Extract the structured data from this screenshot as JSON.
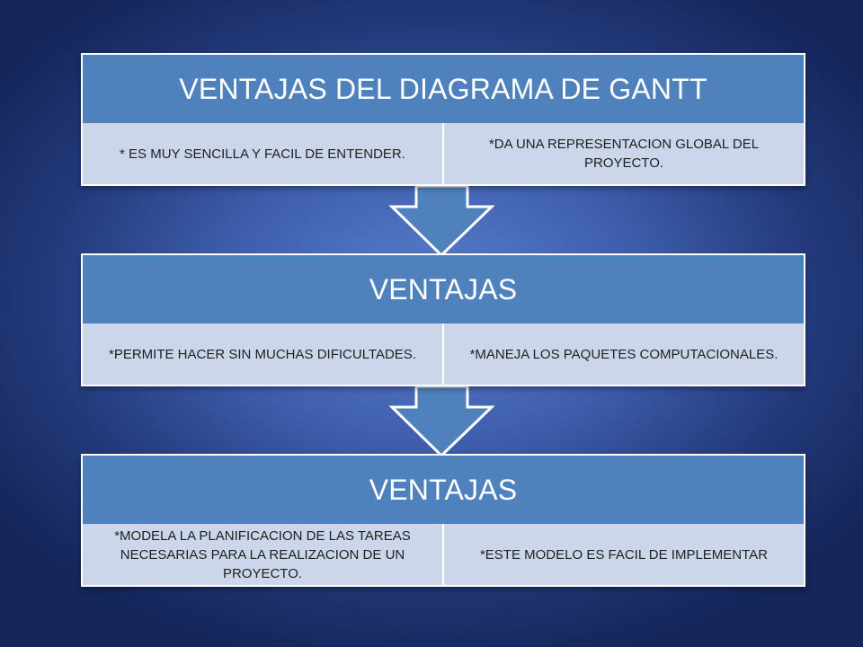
{
  "blocks": [
    {
      "header": "VENTAJAS DEL DIAGRAMA DE GANTT",
      "items": [
        "* ES MUY SENCILLA Y FACIL DE ENTENDER.",
        "*DA UNA REPRESENTACION GLOBAL DEL PROYECTO."
      ]
    },
    {
      "header": "VENTAJAS",
      "items": [
        "*PERMITE HACER SIN MUCHAS DIFICULTADES.",
        "*MANEJA LOS PAQUETES COMPUTACIONALES."
      ]
    },
    {
      "header": "VENTAJAS",
      "items": [
        "*MODELA LA PLANIFICACION DE LAS TAREAS NECESARIAS PARA LA REALIZACION DE UN PROYECTO.",
        "*ESTE MODELO ES FACIL DE IMPLEMENTAR"
      ]
    }
  ],
  "colors": {
    "header": "#4f81bd",
    "body": "#ccd6ea",
    "arrow": "#4f81bd",
    "text_header": "#ffffff",
    "text_body": "#1f1f1f"
  }
}
